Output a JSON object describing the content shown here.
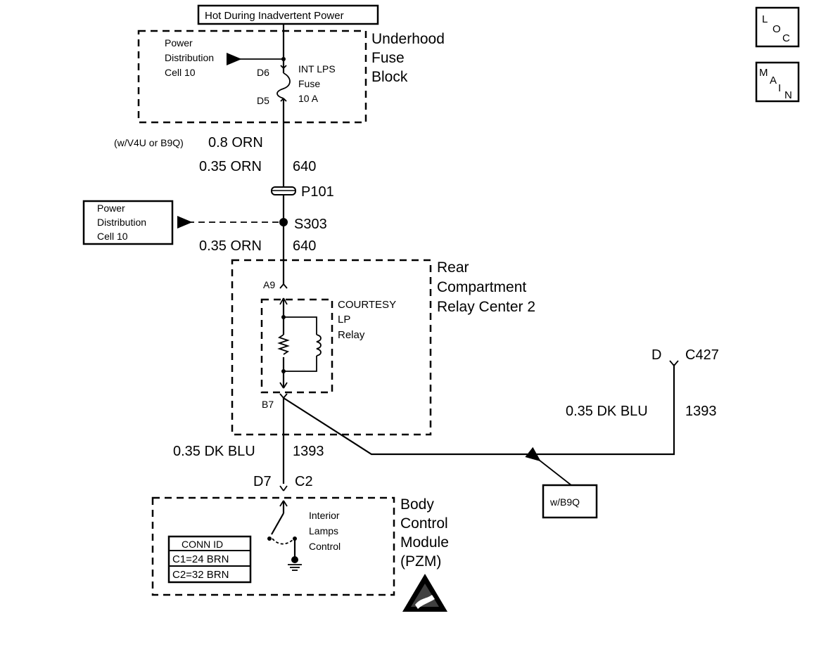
{
  "header": {
    "source_label": "Hot During Inadvertent Power"
  },
  "nav_buttons": {
    "loc": {
      "chars": [
        "L",
        "O",
        "C"
      ]
    },
    "main": {
      "chars": [
        "M",
        "A",
        "I",
        "N"
      ]
    }
  },
  "fuse_block": {
    "title_lines": [
      "Underhood",
      "Fuse",
      "Block"
    ],
    "power_dist_lines": [
      "Power",
      "Distribution",
      "Cell 10"
    ],
    "top_terminal": "D6",
    "bottom_terminal": "D5",
    "fuse_lines": [
      "INT LPS",
      "Fuse",
      "10 A"
    ]
  },
  "wires": {
    "w1_option": "(w/V4U or B9Q)",
    "w1_size": "0.8 ORN",
    "w2_size": "0.35 ORN",
    "w2_circuit": "640",
    "w3_size": "0.35 ORN",
    "w3_circuit": "640",
    "w4_size": "0.35 DK BLU",
    "w4_circuit": "1393",
    "w5_size": "0.35 DK BLU",
    "w5_circuit": "1393"
  },
  "connector_p101": "P101",
  "splice_s303": "S303",
  "power_dist_box": {
    "lines": [
      "Power",
      "Distribution",
      "Cell 10"
    ]
  },
  "relay_center": {
    "title_lines": [
      "Rear",
      "Compartment",
      "Relay Center 2"
    ],
    "input_terminal": "A9",
    "output_terminal": "B7",
    "relay_lines": [
      "COURTESY",
      "LP",
      "Relay"
    ]
  },
  "connector_c427": {
    "pin": "D",
    "name": "C427"
  },
  "option_box": "w/B9Q",
  "bcm": {
    "pin": "D7",
    "connector": "C2",
    "title_lines": [
      "Body",
      "Control",
      "Module",
      "(PZM)"
    ],
    "control_lines": [
      "Interior",
      "Lamps",
      "Control"
    ],
    "conn_id": {
      "header": "CONN ID",
      "rows": [
        "C1=24 BRN",
        "C2=32 BRN"
      ]
    },
    "esd_icon": "esd-warning-icon"
  }
}
